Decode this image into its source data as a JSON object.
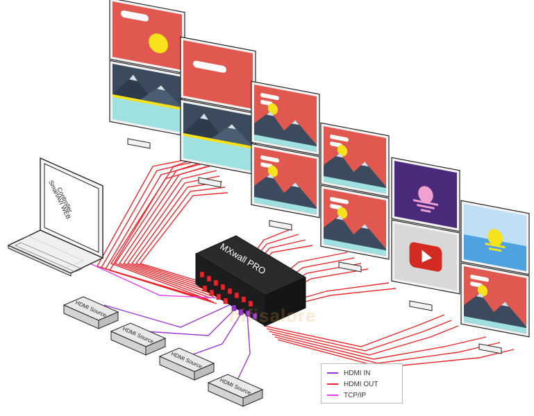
{
  "device": {
    "label": "MXwall PRO"
  },
  "laptop": {
    "label_line1": "SmartAVI WEB",
    "label_line2": "Controller"
  },
  "sources": [
    {
      "label": "HDMI Source"
    },
    {
      "label": "HDMI Source"
    },
    {
      "label": "HDMI Source"
    },
    {
      "label": "HDMI Source"
    }
  ],
  "legend": {
    "items": [
      {
        "label": "HDMI IN",
        "color": "#9b34d8"
      },
      {
        "label": "HDMI OUT",
        "color": "#e8262b"
      },
      {
        "label": "TCP/IP",
        "color": "#e53fe8"
      }
    ]
  },
  "watermark": {
    "text": "hifisalore"
  },
  "colors": {
    "screen_red": "#e0584f",
    "sun_yellow": "#f8e21b",
    "mountain_dark": "#3b4a5c",
    "water_teal": "#9fe0e0",
    "bezel": "#f2f2f2",
    "device_dark": "#222222"
  },
  "icons": [
    "laptop-icon",
    "video-play-icon",
    "sun-icon",
    "mountain-icon"
  ]
}
